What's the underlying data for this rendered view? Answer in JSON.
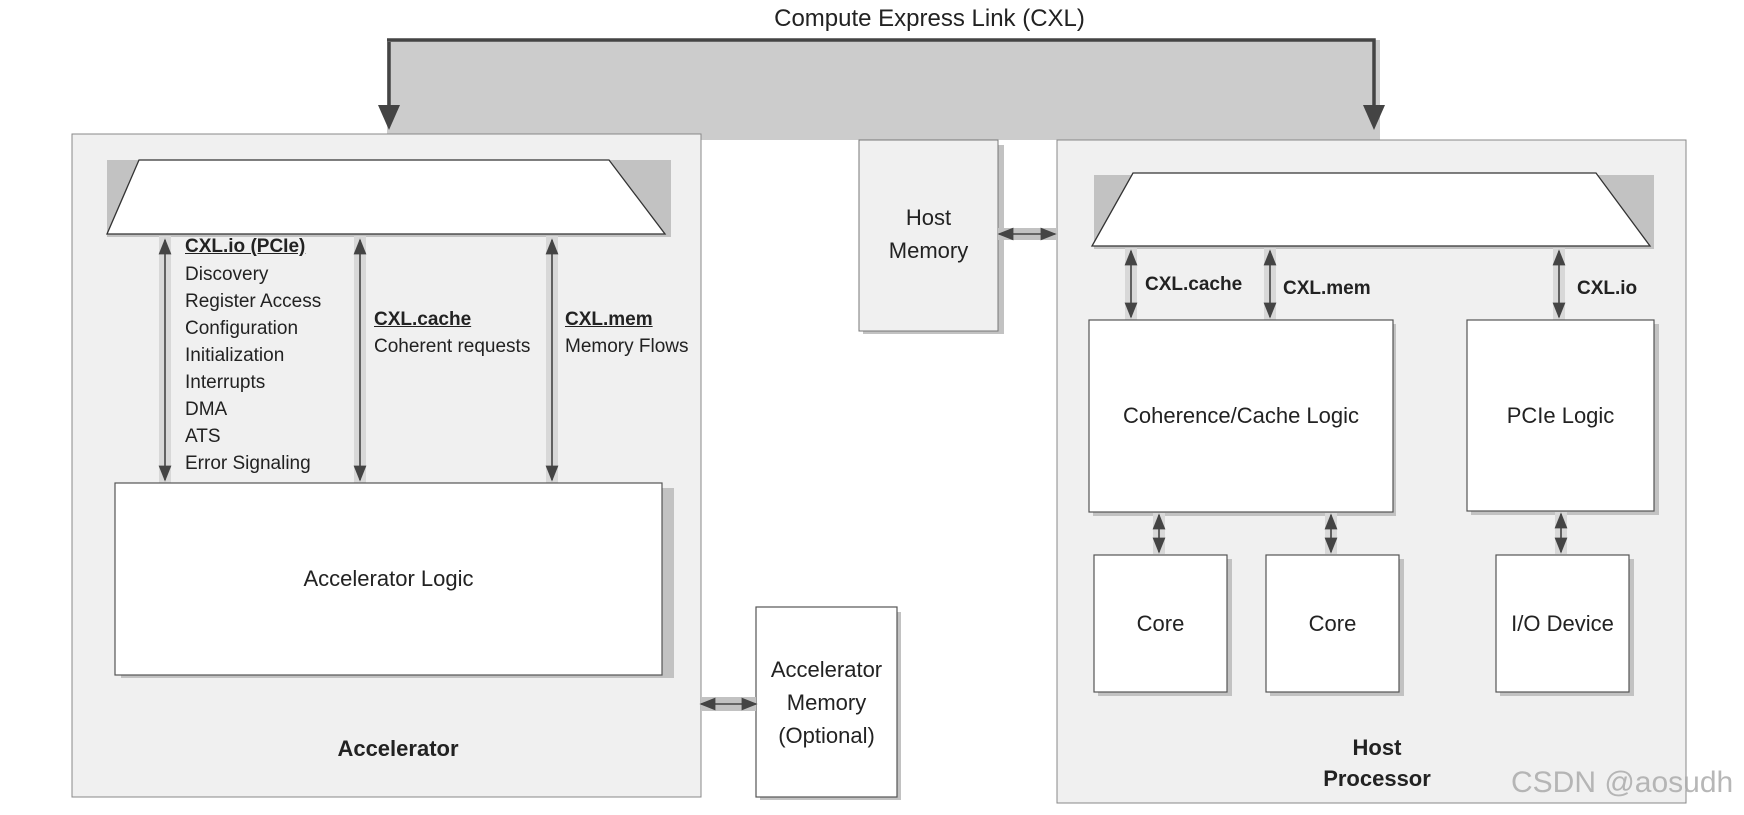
{
  "title": "Compute Express Link (CXL)",
  "accelerator": {
    "label": "Accelerator",
    "logic": "Accelerator Logic",
    "io": {
      "heading": "CXL.io (PCIe)",
      "items": [
        "Discovery",
        "Register Access",
        "Configuration",
        "Initialization",
        "Interrupts",
        "DMA",
        "ATS",
        "Error Signaling"
      ]
    },
    "cache": {
      "heading": "CXL.cache",
      "desc": "Coherent requests"
    },
    "mem": {
      "heading": "CXL.mem",
      "desc": "Memory Flows"
    }
  },
  "accelerator_memory": {
    "line1": "Accelerator",
    "line2": "Memory",
    "line3": "(Optional)"
  },
  "host_memory": {
    "line1": "Host",
    "line2": "Memory"
  },
  "host": {
    "label_line1": "Host",
    "label_line2": "Processor",
    "cache_label": "CXL.cache",
    "mem_label": "CXL.mem",
    "io_label": "CXL.io",
    "coherence": "Coherence/Cache Logic",
    "pcie": "PCIe Logic",
    "core1": "Core",
    "core2": "Core",
    "io_device": "I/O Device"
  },
  "watermark": "CSDN @aosudh",
  "colors": {
    "panel": "#f0f0f0",
    "link_band": "#cccccc",
    "shadow": "#c2c2c2",
    "arrow": "#444444",
    "stroke": "#555555"
  }
}
